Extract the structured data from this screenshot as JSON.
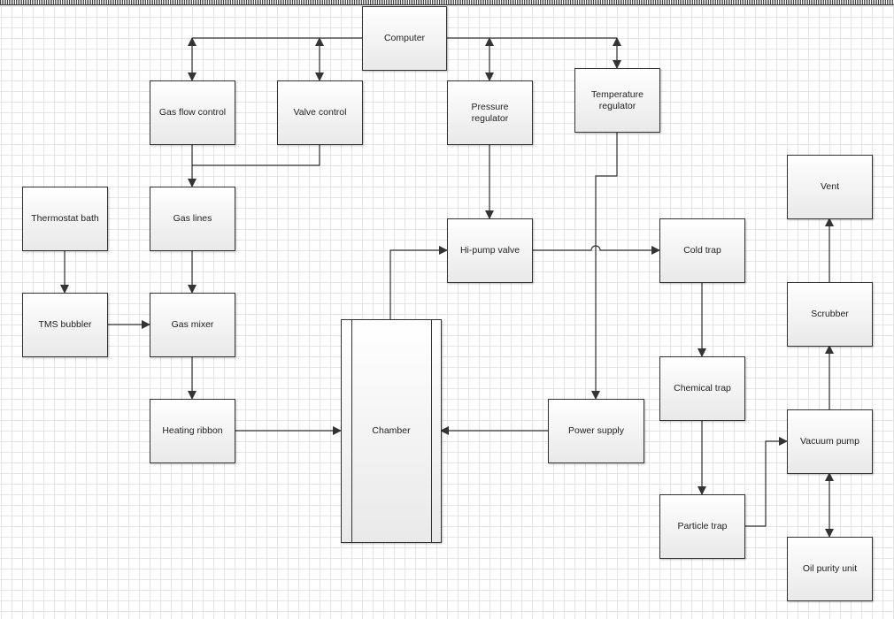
{
  "blocks": {
    "computer": "Computer",
    "gas_flow_control": "Gas flow control",
    "valve_control": "Valve control",
    "pressure_regulator": "Pressure regulator",
    "temperature_regulator": "Temperature regulator",
    "thermostat_bath": "Thermostat bath",
    "gas_lines": "Gas lines",
    "hi_pump_valve": "Hi-pump valve",
    "cold_trap": "Cold trap",
    "vent": "Vent",
    "tms_bubbler": "TMS bubbler",
    "gas_mixer": "Gas mixer",
    "chamber": "Chamber",
    "scrubber": "Scrubber",
    "chemical_trap": "Chemical trap",
    "heating_ribbon": "Heating ribbon",
    "power_supply": "Power supply",
    "vacuum_pump": "Vacuum pump",
    "particle_trap": "Particle trap",
    "oil_purity_unit": "Oil purity unit"
  },
  "colors": {
    "line": "#333333",
    "grid": "#e4e4e4"
  }
}
